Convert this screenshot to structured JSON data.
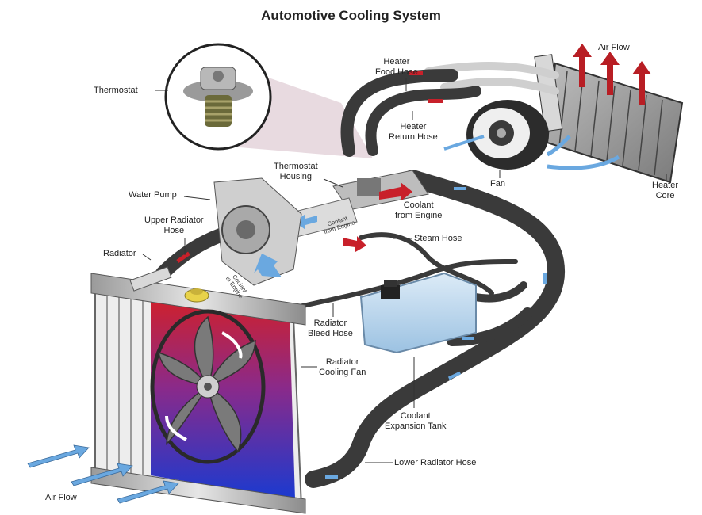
{
  "title": "Automotive Cooling System",
  "labels": {
    "thermostat": "Thermostat",
    "heater_food_hose": "Heater\nFood Hose",
    "air_flow_top": "Air Flow",
    "heater_return_hose": "Heater\nReturn Hose",
    "thermostat_housing": "Thermostat\nHousing",
    "water_pump": "Water Pump",
    "fan": "Fan",
    "heater_core": "Heater\nCore",
    "coolant_from_engine": "Coolant\nfrom Engine",
    "upper_radiator_hose": "Upper Radiator\nHose",
    "steam_hose": "Steam Hose",
    "radiator": "Radiator",
    "radiator_bleed_hose": "Radiator\nBleed Hose",
    "radiator_cooling_fan": "Radiator\nCooling Fan",
    "coolant_expansion_tank": "Coolant\nExpansion Tank",
    "lower_radiator_hose": "Lower Radiator Hose",
    "air_flow_bottom": "Air Flow",
    "coolant_from_engine_small": "Coolant\nfrom Engine",
    "coolant_to_engine_small": "Coolant\nto Engine"
  },
  "colors": {
    "hose": "#3a3a3a",
    "hot": "#c8202a",
    "cold": "#2a50c8",
    "arrow_blue": "#6aa8e0",
    "arrow_red": "#b81e24",
    "metal": "#c8c8c8",
    "tank": "#bcd6ec"
  }
}
